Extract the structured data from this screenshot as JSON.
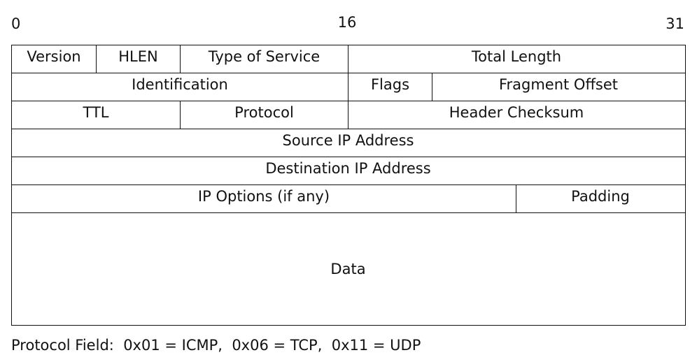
{
  "bit_labels": {
    "start": "0",
    "middle": "16",
    "end": "31"
  },
  "header": {
    "row1": {
      "version": "Version",
      "hlen": "HLEN",
      "type_of_service": "Type of Service",
      "total_length": "Total Length"
    },
    "row2": {
      "identification": "Identification",
      "flags": "Flags",
      "fragment_offset": "Fragment Offset"
    },
    "row3": {
      "ttl": "TTL",
      "protocol": "Protocol",
      "header_checksum": "Header Checksum"
    },
    "row4": {
      "source_ip": "Source IP Address"
    },
    "row5": {
      "destination_ip": "Destination IP Address"
    },
    "row6": {
      "ip_options": "IP Options (if any)",
      "padding": "Padding"
    },
    "row7": {
      "data": "Data"
    }
  },
  "footnote": "Protocol Field:  0x01 = ICMP,  0x06 = TCP,  0x11 = UDP"
}
